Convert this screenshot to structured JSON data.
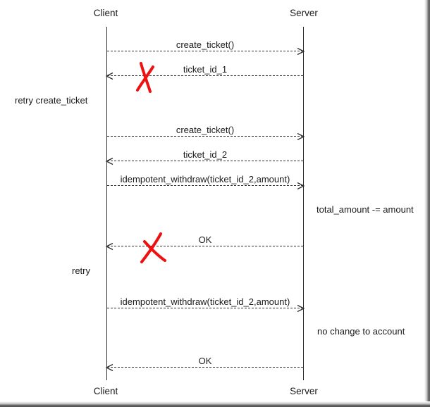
{
  "participants": {
    "client": "Client",
    "server": "Server"
  },
  "messages": [
    {
      "label": "create_ticket()",
      "from": "Client",
      "to": "Server",
      "lost": false
    },
    {
      "label": "ticket_id_1",
      "from": "Server",
      "to": "Client",
      "lost": true
    },
    {
      "label": "create_ticket()",
      "from": "Client",
      "to": "Server",
      "lost": false
    },
    {
      "label": "ticket_id_2",
      "from": "Server",
      "to": "Client",
      "lost": false
    },
    {
      "label": "idempotent_withdraw(ticket_id_2,amount)",
      "from": "Client",
      "to": "Server",
      "lost": false
    },
    {
      "label": "OK",
      "from": "Server",
      "to": "Client",
      "lost": true
    },
    {
      "label": "idempotent_withdraw(ticket_id_2,amount)",
      "from": "Client",
      "to": "Server",
      "lost": false
    },
    {
      "label": "OK",
      "from": "Server",
      "to": "Client",
      "lost": false
    }
  ],
  "annotations": [
    {
      "text": "retry create_ticket",
      "side": "left"
    },
    {
      "text": "total_amount -= amount",
      "side": "right"
    },
    {
      "text": "retry",
      "side": "left"
    },
    {
      "text": "no change to account",
      "side": "right"
    }
  ],
  "colors": {
    "line": "#2e2e2e",
    "text": "#1a1a1a",
    "lost_mark": "#ee1111",
    "background": "#ffffff"
  }
}
